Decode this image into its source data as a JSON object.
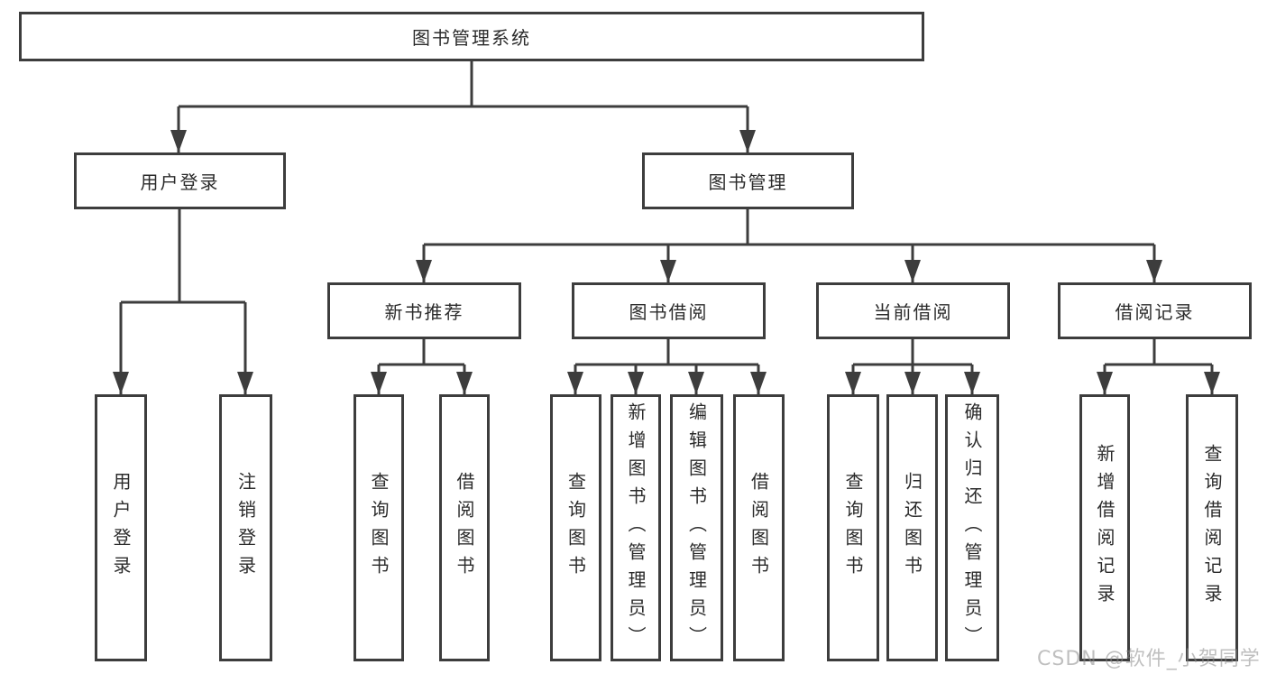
{
  "page": {
    "line_color": "#3d3d3d",
    "box_background": "#ffffff",
    "text_color": "#2b2b2b",
    "watermark_color": "#8c8c8c"
  },
  "watermark": "CSDN @软件_小贺同学",
  "tree": {
    "root": "图书管理系统",
    "branches": [
      {
        "label": "用户登录",
        "children": [
          "用户登录",
          "注销登录"
        ]
      },
      {
        "label": "图书管理",
        "groups": [
          {
            "label": "新书推荐",
            "children": [
              "查询图书",
              "借阅图书"
            ]
          },
          {
            "label": "图书借阅",
            "children": [
              "查询图书",
              "新增图书（管理员）",
              "编辑图书（管理员）",
              "借阅图书"
            ]
          },
          {
            "label": "当前借阅",
            "children": [
              "查询图书",
              "归还图书",
              "确认归还（管理员）"
            ]
          },
          {
            "label": "借阅记录",
            "children": [
              "新增借阅记录",
              "查询借阅记录"
            ]
          }
        ]
      }
    ]
  }
}
